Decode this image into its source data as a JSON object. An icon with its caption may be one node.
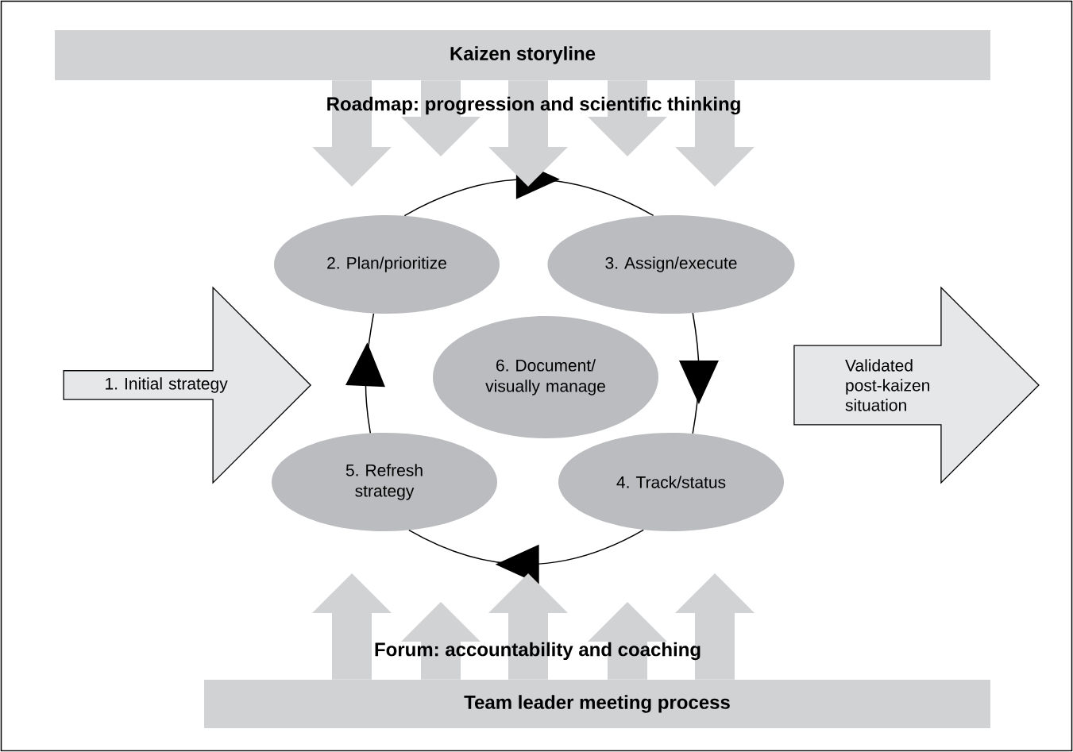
{
  "diagram": {
    "nodes": [
      {
        "text": [
          "Kaizen storyline"
        ]
      },
      {
        "text": [
          "1. Initial strategy"
        ]
      },
      {
        "text": [
          "2. Plan/prioritize"
        ]
      },
      {
        "text": [
          "3. Assign/execute"
        ]
      },
      {
        "text": [
          "4. Track/status"
        ]
      },
      {
        "text": [
          "5. Refresh strategy"
        ]
      },
      {
        "text": [
          "6. Document/ visually manage"
        ]
      },
      {
        "text": [
          "Validated post-kaizen situation"
        ]
      },
      {
        "text": [
          "Team leader meeting process"
        ]
      }
    ],
    "edges": [
      {
        "from": 2,
        "to": 3,
        "arrow": "to"
      },
      {
        "from": 3,
        "to": 4,
        "arrow": "to"
      },
      {
        "from": 4,
        "to": 5,
        "arrow": "to"
      },
      {
        "from": 5,
        "to": 2,
        "arrow": "to"
      },
      {
        "from": 0,
        "to": null,
        "arrow": "to"
      },
      {
        "from": 0,
        "to": null,
        "arrow": "to"
      },
      {
        "from": 0,
        "to": null,
        "arrow": "to"
      },
      {
        "from": 0,
        "to": null,
        "arrow": "to"
      },
      {
        "from": 0,
        "to": null,
        "arrow": "to"
      },
      {
        "from": 8,
        "to": null,
        "arrow": "to"
      },
      {
        "from": 8,
        "to": null,
        "arrow": "to"
      },
      {
        "from": 8,
        "to": null,
        "arrow": "to"
      },
      {
        "from": 8,
        "to": null,
        "arrow": "to"
      },
      {
        "from": 8,
        "to": null,
        "arrow": "to"
      }
    ],
    "labels": [
      "Roadmap: progression and scientific thinking",
      "Forum: accountability and coaching"
    ]
  }
}
